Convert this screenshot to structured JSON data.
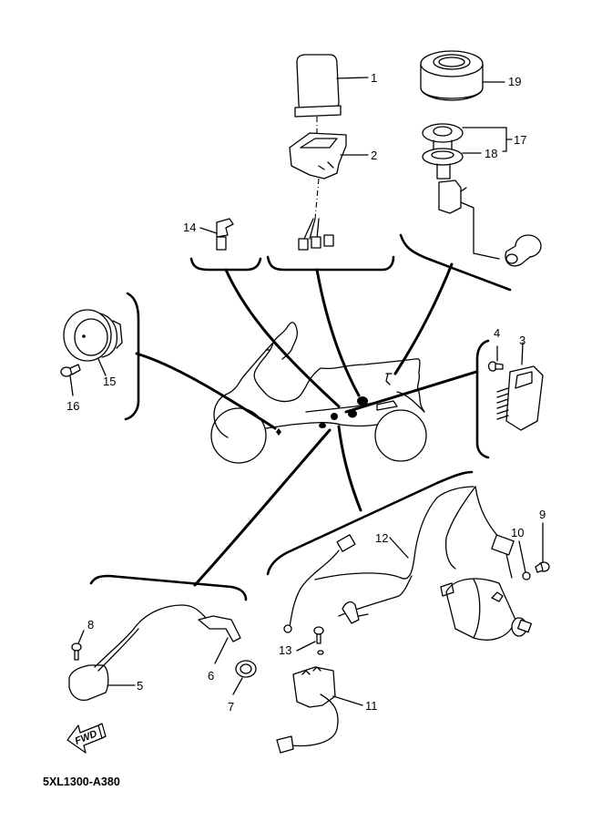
{
  "diagram": {
    "type": "exploded-parts-diagram",
    "subject": "motorcycle electrical components",
    "code": "5XL1300-A380",
    "direction_label": "FWD",
    "callouts": [
      {
        "id": "1",
        "label": "1",
        "component": "relay"
      },
      {
        "id": "2",
        "label": "2",
        "component": "relay-bracket"
      },
      {
        "id": "3",
        "label": "3",
        "component": "rectifier-regulator"
      },
      {
        "id": "4",
        "label": "4",
        "component": "bolt"
      },
      {
        "id": "5",
        "label": "5",
        "component": "ignition-coil"
      },
      {
        "id": "6",
        "label": "6",
        "component": "spark-plug-cap"
      },
      {
        "id": "7",
        "label": "7",
        "component": "spark-plug"
      },
      {
        "id": "8",
        "label": "8",
        "component": "bolt"
      },
      {
        "id": "9",
        "label": "9",
        "component": "bolt"
      },
      {
        "id": "10",
        "label": "10",
        "component": "washer"
      },
      {
        "id": "11",
        "label": "11",
        "component": "starter-relay"
      },
      {
        "id": "12",
        "label": "12",
        "component": "starter-cable"
      },
      {
        "id": "13",
        "label": "13",
        "component": "bolt"
      },
      {
        "id": "14",
        "label": "14",
        "component": "neutral-switch"
      },
      {
        "id": "15",
        "label": "15",
        "component": "horn"
      },
      {
        "id": "16",
        "label": "16",
        "component": "bolt"
      },
      {
        "id": "17",
        "label": "17",
        "component": "fuel-sender-assembly"
      },
      {
        "id": "18",
        "label": "18",
        "component": "gasket"
      },
      {
        "id": "19",
        "label": "19",
        "component": "ring-nut"
      }
    ]
  }
}
